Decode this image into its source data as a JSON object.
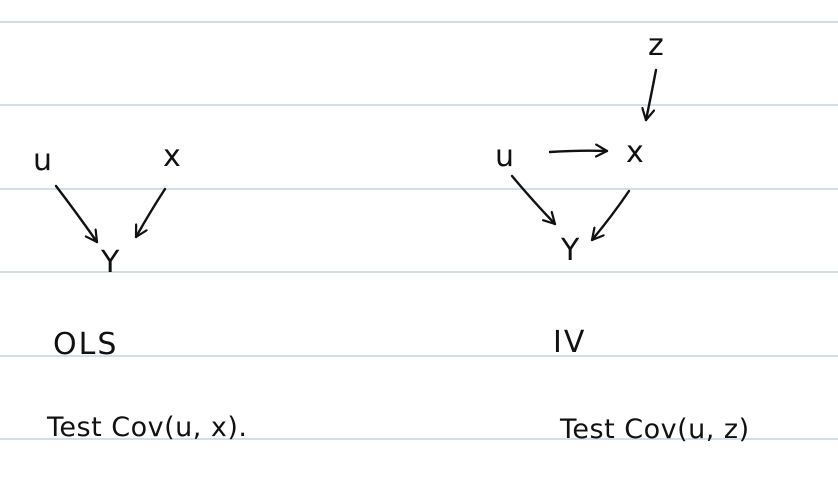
{
  "colors": {
    "ink": "#111111",
    "method_label": "#e2473a",
    "ruled_line": "#b9cbd6"
  },
  "ols": {
    "nodes": {
      "u": "u",
      "x": "x",
      "y": "Y"
    },
    "method_label": "OLS",
    "test_label": "Test Cov(u, x)."
  },
  "iv": {
    "nodes": {
      "z": "z",
      "u": "u",
      "x": "x",
      "y": "Y"
    },
    "method_label": "IV",
    "test_label": "Test Cov(u, z)"
  }
}
